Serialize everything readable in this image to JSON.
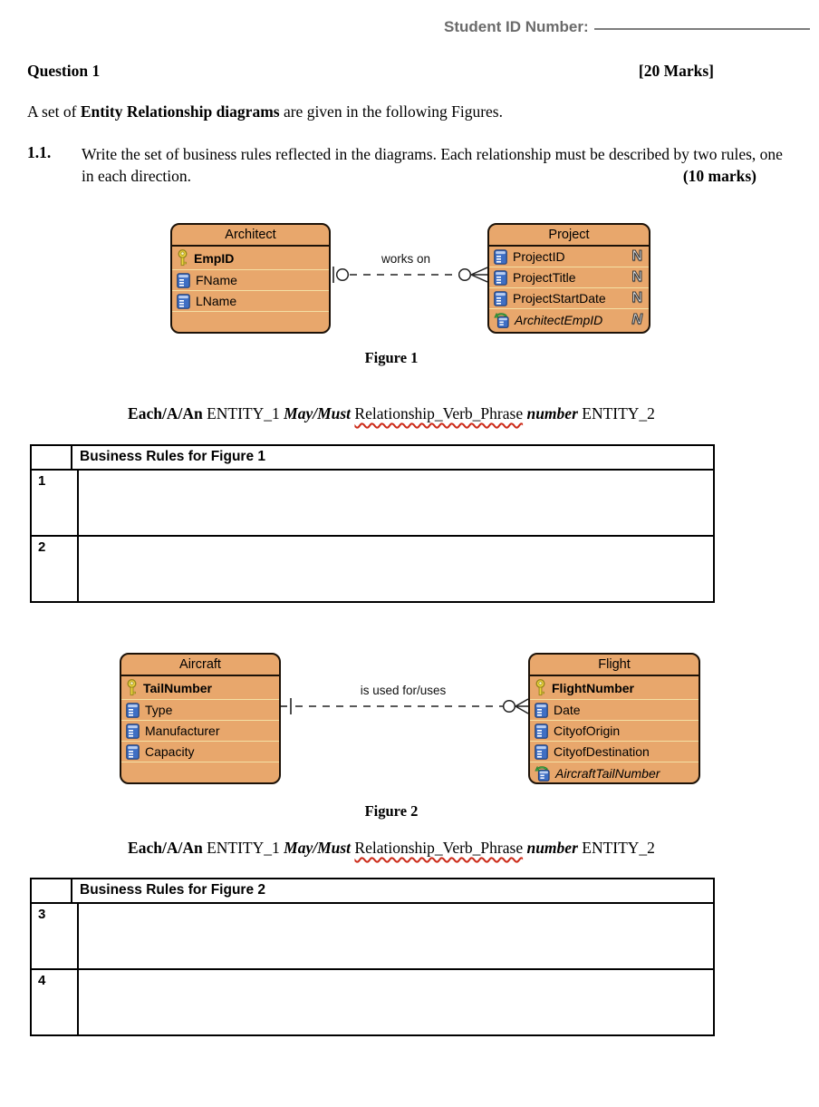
{
  "header": {
    "student_id_label": "Student ID Number:"
  },
  "question": {
    "title": "Question 1",
    "marks": "[20 Marks]"
  },
  "intro": {
    "pre": "A set of ",
    "bold": "Entity Relationship diagrams",
    "post": " are given in the following Figures."
  },
  "item11": {
    "num": "1.1.",
    "text": "Write the set of business rules reflected in the diagrams. Each relationship must be described by two rules, one in each direction.",
    "marks": "(10 marks)"
  },
  "rule_template": {
    "each": "Each/A/An",
    "entity1": "ENTITY_1",
    "may_must": "May/Must",
    "verb_phrase": "Relationship_Verb_Phrase",
    "number": "number",
    "entity2": "ENTITY_2"
  },
  "figure1": {
    "caption": "Figure 1",
    "relationship": "works on",
    "architect": {
      "title": "Architect",
      "pk": "EmpID",
      "attrs": [
        "FName",
        "LName"
      ]
    },
    "project": {
      "title": "Project",
      "attrs": [
        "ProjectID",
        "ProjectTitle",
        "ProjectStartDate"
      ],
      "fk": "ArchitectEmpID",
      "badge": "N"
    }
  },
  "figure2": {
    "caption": "Figure 2",
    "relationship": "is used for/uses",
    "aircraft": {
      "title": "Aircraft",
      "pk": "TailNumber",
      "attrs": [
        "Type",
        "Manufacturer",
        "Capacity"
      ]
    },
    "flight": {
      "title": "Flight",
      "pk": "FlightNumber",
      "attrs": [
        "Date",
        "CityofOrigin",
        "CityofDestination"
      ],
      "fk": "AircraftTailNumber"
    }
  },
  "table1": {
    "header": "Business Rules for Figure 1",
    "row_nums": [
      "1",
      "2"
    ]
  },
  "table2": {
    "header": "Business Rules for Figure 2",
    "row_nums": [
      "3",
      "4"
    ]
  }
}
